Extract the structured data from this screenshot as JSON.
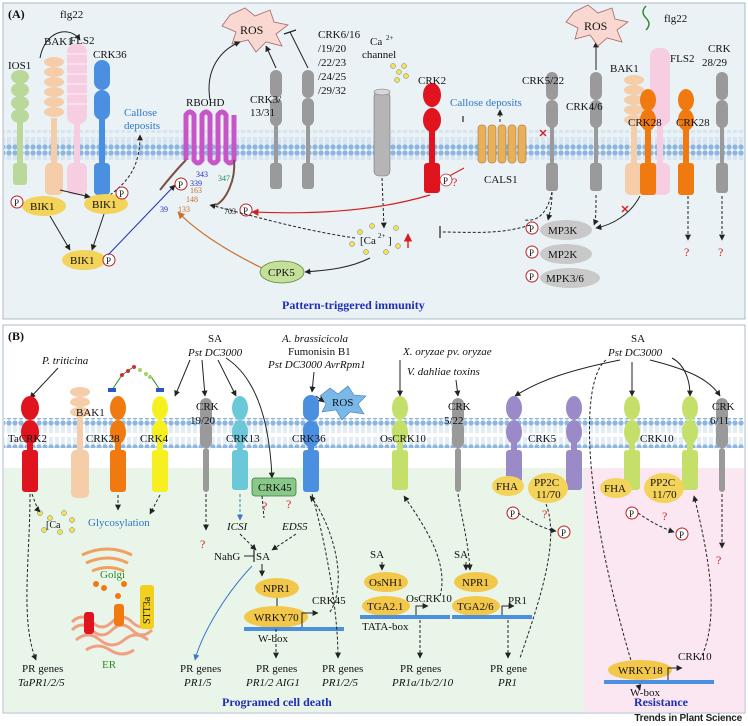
{
  "panelA": {
    "label": "(A)",
    "title": "Pattern-triggered immunity",
    "labels": {
      "ios1": "IOS1",
      "bak1": "BAK1",
      "flg22": "flg22",
      "fls2": "FLS2",
      "crk36": "CRK36",
      "callose": "Callose",
      "deposits": "deposits",
      "rbohd": "RBOHD",
      "ros": "ROS",
      "crk3": "CRK3/",
      "crk3b": "13/31",
      "crk6a": "CRK6/16",
      "crk6b": "/19/20",
      "crk6c": "/22/23",
      "crk6d": "/24/25",
      "crk6e": "/29/32",
      "ca": "Ca",
      "channel": "channel",
      "crk2": "CRK2",
      "callose_deposits": "Callose deposits",
      "crk5": "CRK5/22",
      "crk4": "CRK4/6",
      "ros2": "ROS",
      "flg22b": "flg22",
      "bak1b": "BAK1",
      "fls2b": "FLS2",
      "crk28": "CRK28",
      "crk28b": "CRK28",
      "crk2829a": "CRK",
      "crk2829b": "28/29",
      "cals1": "CALS1",
      "bik1a": "BIK1",
      "bik1b": "BIK1",
      "bik1c": "BIK1",
      "cpk5": "CPK5",
      "mp3k": "MP3K",
      "mp2k": "MP2K",
      "mpk": "MPK3/6",
      "cai": "[Ca",
      "cai2": "]",
      "p": "P",
      "q": "?",
      "s343": "343",
      "s339": "339",
      "s347": "347",
      "s39": "39",
      "s133": "133",
      "s148": "148",
      "s163": "163",
      "s703": "703",
      "ca2": "2+"
    },
    "colors": {
      "bg": "#eaf2f6",
      "title": "#1f2eb8",
      "membrane": "#a9c8e4"
    }
  },
  "panelB": {
    "label": "(B)",
    "labels": {
      "ptrit": "P. triticina",
      "sa1": "SA",
      "pst1": "Pst DC3000",
      "ab1": "A. brassicicola",
      "ab2": "Fumonisin B1",
      "ab3": "Pst DC3000 AvrRpm1",
      "xo": "X. oryzae pv. oryzae",
      "vd": "V. dahliae toxins",
      "sa2": "SA",
      "pst2": "Pst DC3000",
      "tacrk2": "TaCRK2",
      "bak1": "BAK1",
      "crk28": "CRK28",
      "crk4": "CRK4",
      "crk19a": "CRK",
      "crk19b": "19/20",
      "crk13": "CRK13",
      "crk36": "CRK36",
      "ros": "ROS",
      "oscrk10": "OsCRK10",
      "crk522a": "CRK",
      "crk522b": "5/22",
      "crk5": "CRK5",
      "crk10": "CRK10",
      "crk611a": "CRK",
      "crk611b": "6/11",
      "crk45": "CRK45",
      "fha1": "FHA",
      "fha2": "FHA",
      "pp2c1": "PP2C",
      "pp2c1b": "11/70",
      "pp2c2": "PP2C",
      "pp2c2b": "11/70",
      "glyco": "Glycosylation",
      "golgi": "Golgi",
      "er": "ER",
      "stt3a": "STT3a",
      "cai": "[Ca",
      "icsi": "ICSI",
      "eds5": "EDS5",
      "nahg": "NahG",
      "sa3": "SA",
      "npr1": "NPR1",
      "wrky70": "WRKY70",
      "crk45b": "CRK45",
      "wbox": "W-box",
      "sa4": "SA",
      "osnh1": "OsNH1",
      "tga21": "TGA2.1",
      "oscrk10b": "OsCRK10",
      "tatabox": "TATA-box",
      "sa5": "SA",
      "npr1b": "NPR1",
      "tga26": "TGA2/6",
      "pr1lbl": "PR1",
      "wrky18": "WRKY18",
      "crk10b": "CRK10",
      "wbox2": "W-box",
      "prgenes1": "PR genes",
      "prgenes1b": "TaPR1/2/5",
      "prgenes2": "PR genes",
      "prgenes2b": "PR1/5",
      "prgenes3": "PR genes",
      "prgenes3b": "PR1/2 AIG1",
      "prgenes4": "PR genes",
      "prgenes4b": "PR1/2/5",
      "prgenes5": "PR genes",
      "prgenes5b": "PR1a/1b/2/10",
      "prgene6": "PR gene",
      "prgene6b": "PR1",
      "pcd": "Programed cell death",
      "resistance": "Resistance",
      "p": "P",
      "q": "?"
    },
    "colors": {
      "bg": "#eaf5ea",
      "resist_bg": "#fbe7f1",
      "title": "#1f2eb8"
    }
  },
  "footer": "Trends in Plant Science"
}
